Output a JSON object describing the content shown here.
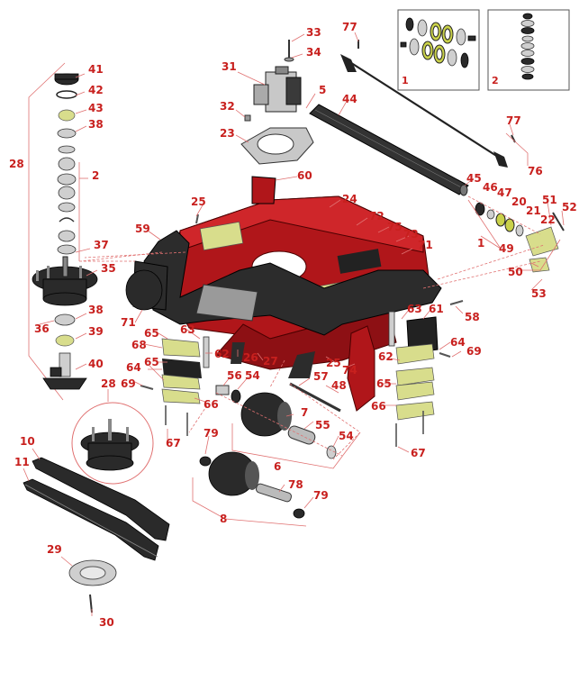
{
  "inset_kits": [
    {
      "label": "1"
    },
    {
      "label": "2"
    }
  ],
  "callouts": {
    "c41": "41",
    "c42": "42",
    "c43": "43",
    "c38a": "38",
    "c2": "2",
    "c28a": "28",
    "c37": "37",
    "c35": "35",
    "c38b": "38",
    "c36": "36",
    "c39": "39",
    "c40": "40",
    "c28b": "28",
    "c10": "10",
    "c11": "11",
    "c29": "29",
    "c30": "30",
    "c33": "33",
    "c34": "34",
    "c31": "31",
    "c32": "32",
    "c23": "23",
    "c5": "5",
    "c77a": "77",
    "c44": "44",
    "c77b": "77",
    "c76": "76",
    "c60": "60",
    "c25a": "25",
    "c24": "24",
    "c59": "59",
    "c72": "72",
    "c75": "75",
    "c73": "73",
    "c71a": "71",
    "c45": "45",
    "c46": "46",
    "c47": "47",
    "c20": "20",
    "c51": "51",
    "c52": "52",
    "c21": "21",
    "c22": "22",
    "c1": "1",
    "c49": "49",
    "c50": "50",
    "c53": "53",
    "c58": "58",
    "c63a": "63",
    "c61": "61",
    "c71b": "71",
    "c65a": "65",
    "c63b": "63",
    "c68": "68",
    "c62a": "62",
    "c26": "26",
    "c27": "27",
    "c25b": "25",
    "c74": "74",
    "c64a": "64",
    "c65b": "65",
    "c56": "56",
    "c54a": "54",
    "c57": "57",
    "c48": "48",
    "c62b": "62",
    "c64b": "64",
    "c69a": "69",
    "c69b": "69",
    "c66a": "66",
    "c65c": "65",
    "c66b": "66",
    "c67a": "67",
    "c7": "7",
    "c55": "55",
    "c54b": "54",
    "c67b": "67",
    "c79a": "79",
    "c6": "6",
    "c78": "78",
    "c79b": "79",
    "c8": "8"
  }
}
